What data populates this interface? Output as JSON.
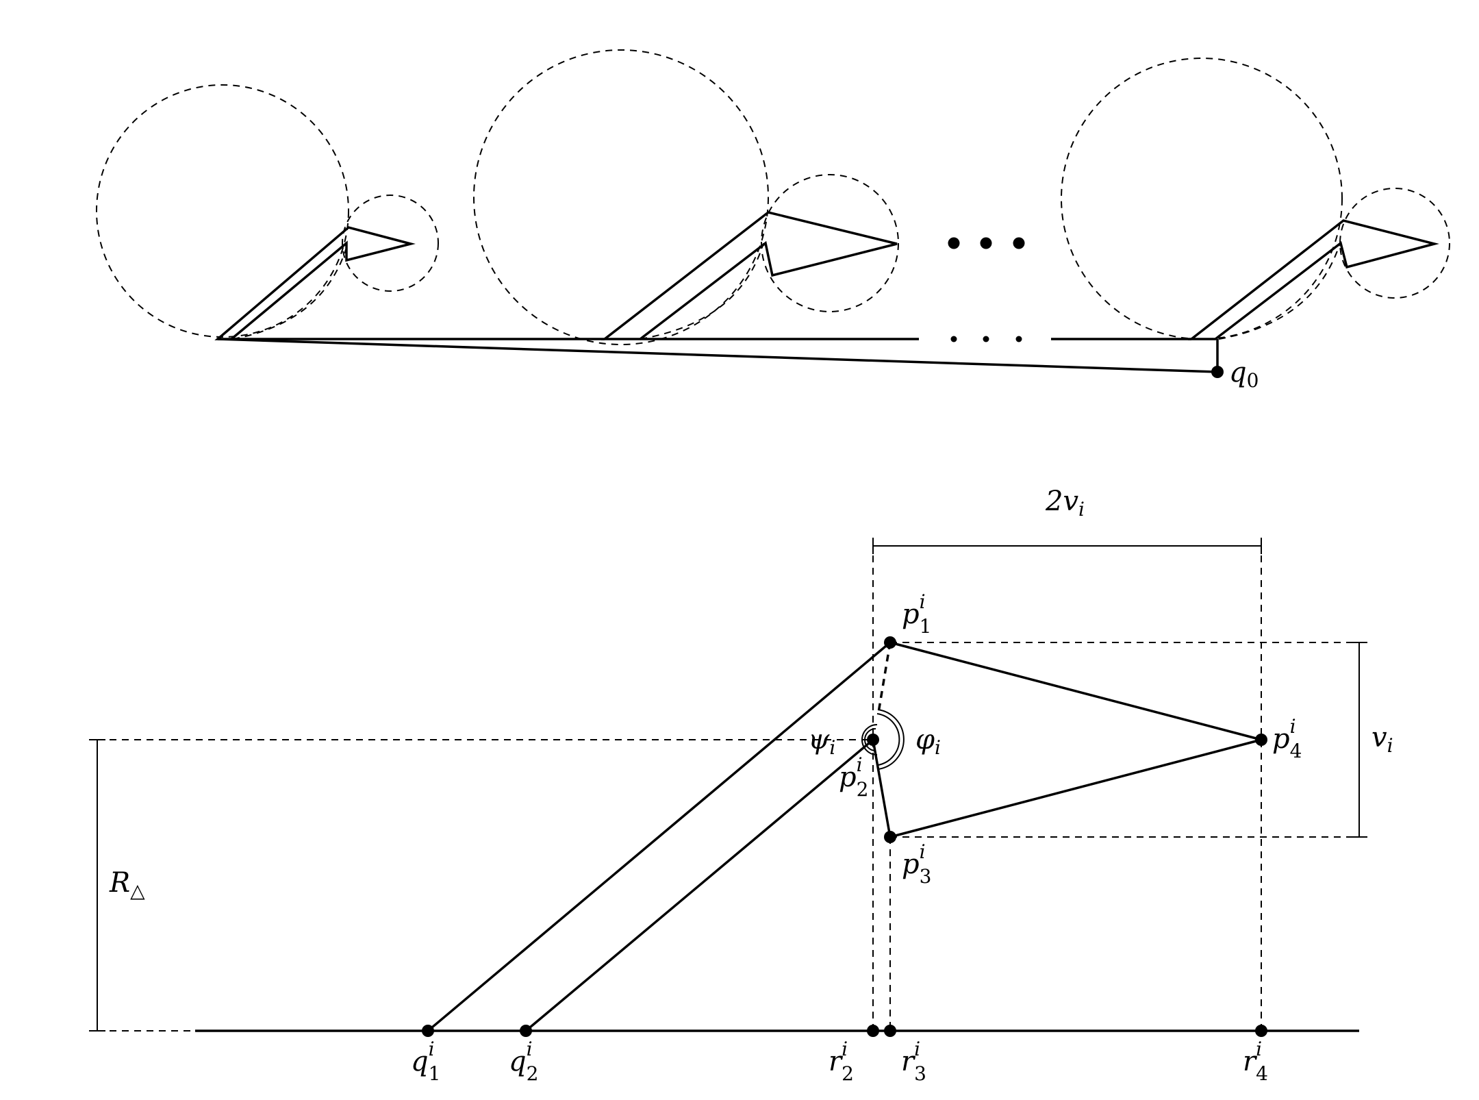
{
  "top": {
    "q0": {
      "base": "q",
      "sub": "0"
    },
    "ellipsis_dots": "• • •"
  },
  "bottom": {
    "width_label": "2v",
    "width_label_sub": "i",
    "height_label": "v",
    "height_label_sub": "i",
    "radius_label": "R",
    "radius_label_sub": "△",
    "psi": {
      "base": "ψ",
      "sub": "i"
    },
    "phi": {
      "base": "φ",
      "sub": "i"
    },
    "p1": {
      "base": "p",
      "sup": "i",
      "sub": "1"
    },
    "p2": {
      "base": "p",
      "sup": "i",
      "sub": "2"
    },
    "p3": {
      "base": "p",
      "sup": "i",
      "sub": "3"
    },
    "p4": {
      "base": "p",
      "sup": "i",
      "sub": "4"
    },
    "q1": {
      "base": "q",
      "sup": "i",
      "sub": "1"
    },
    "q2": {
      "base": "q",
      "sup": "i",
      "sub": "2"
    },
    "r2": {
      "base": "r",
      "sup": "i",
      "sub": "2"
    },
    "r3": {
      "base": "r",
      "sup": "i",
      "sub": "3"
    },
    "r4": {
      "base": "r",
      "sup": "i",
      "sub": "4"
    }
  }
}
